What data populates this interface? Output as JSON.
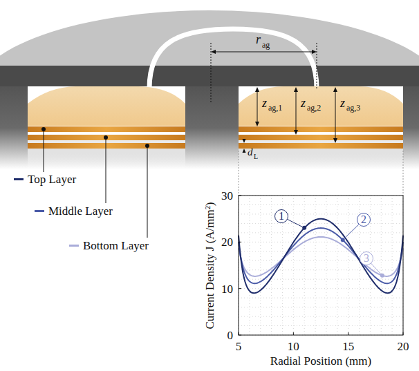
{
  "diagram": {
    "labels": [
      "r",
      "ag",
      "z",
      "ag,1",
      "z",
      "ag,2",
      "z",
      "ag,3",
      "d",
      "L",
      "30",
      "20",
      "10",
      "0",
      "5",
      "10",
      "15",
      "20",
      "Current Density J (A/mm²)",
      "Radial Position (mm)",
      "1",
      "2",
      "3"
    ],
    "legend": [
      {
        "text": "Top Layer",
        "color": "#1f2d6b"
      },
      {
        "text": "Middle Layer",
        "color": "#4a5ba8"
      },
      {
        "text": "Bottom Layer",
        "color": "#a9acd9"
      }
    ]
  }
}
